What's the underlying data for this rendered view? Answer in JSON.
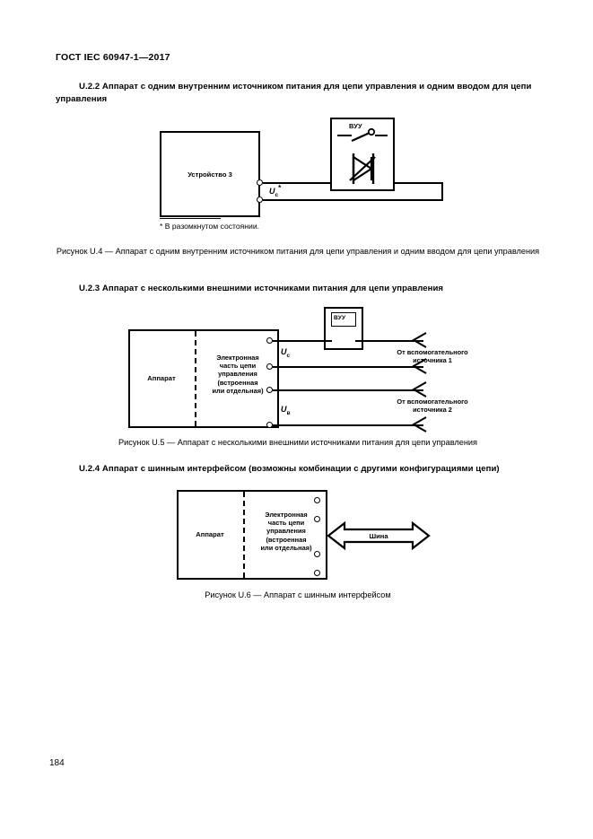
{
  "document": {
    "running_head": "ГОСТ IEC 60947-1—2017",
    "page_number": "184"
  },
  "sections": {
    "u22": {
      "number": "U.2.2",
      "title": "Аппарат с одним внутренним источником питания для цепи управления и одним вводом для цепи управления",
      "heading": "U.2.2  Аппарат с одним внутренним источником питания для цепи управления и одним вводом для цепи управления"
    },
    "u23": {
      "number": "U.2.3",
      "title": "Аппарат с несколькими внешними источниками питания для цепи управления",
      "heading": "U.2.3  Аппарат с несколькими внешними источниками питания для цепи управления"
    },
    "u24": {
      "number": "U.2.4",
      "title": "Аппарат с шинным интерфейсом (возможны комбинации с другими конфигурациями цепи)",
      "heading": "U.2.4  Аппарат с шинным интерфейсом (возможны комбинации с другими конфигурациями цепи)"
    }
  },
  "figures": {
    "u4": {
      "caption": "Рисунок U.4 — Аппарат с одним внутренним источником питания для цепи управления и одним вводом для цепи управления",
      "device_label": "Устройство 3",
      "vuu_label": "ВУУ",
      "voltage_label": "U",
      "voltage_sub": "c",
      "voltage_sup": "*",
      "footnote": "* В разомкнутом состоянии."
    },
    "u5": {
      "caption": "Рисунок U.5 — Аппарат с несколькими внешними источниками питания для цепи управления",
      "apparatus_label": "Аппарат",
      "electronic_part_label": "Электронная\nчасть цепи\nуправления\n(встроенная\nили отдельная)",
      "vuu_label": "ВУУ",
      "voltage_c": "U",
      "voltage_c_sub": "c",
      "voltage_s": "U",
      "voltage_s_sub": "в",
      "source_1": "От вспомогательного\nисточника 1",
      "source_2": "От вспомогательного\nисточника 2"
    },
    "u6": {
      "caption": "Рисунок U.6 — Аппарат с шинным интерфейсом",
      "apparatus_label": "Аппарат",
      "electronic_part_label": "Электронная\nчасть цепи\nуправления\n(встроенная\nили отдельная)",
      "bus_label": "Шина"
    }
  },
  "colors": {
    "ink": "#000000",
    "paper": "#ffffff"
  }
}
